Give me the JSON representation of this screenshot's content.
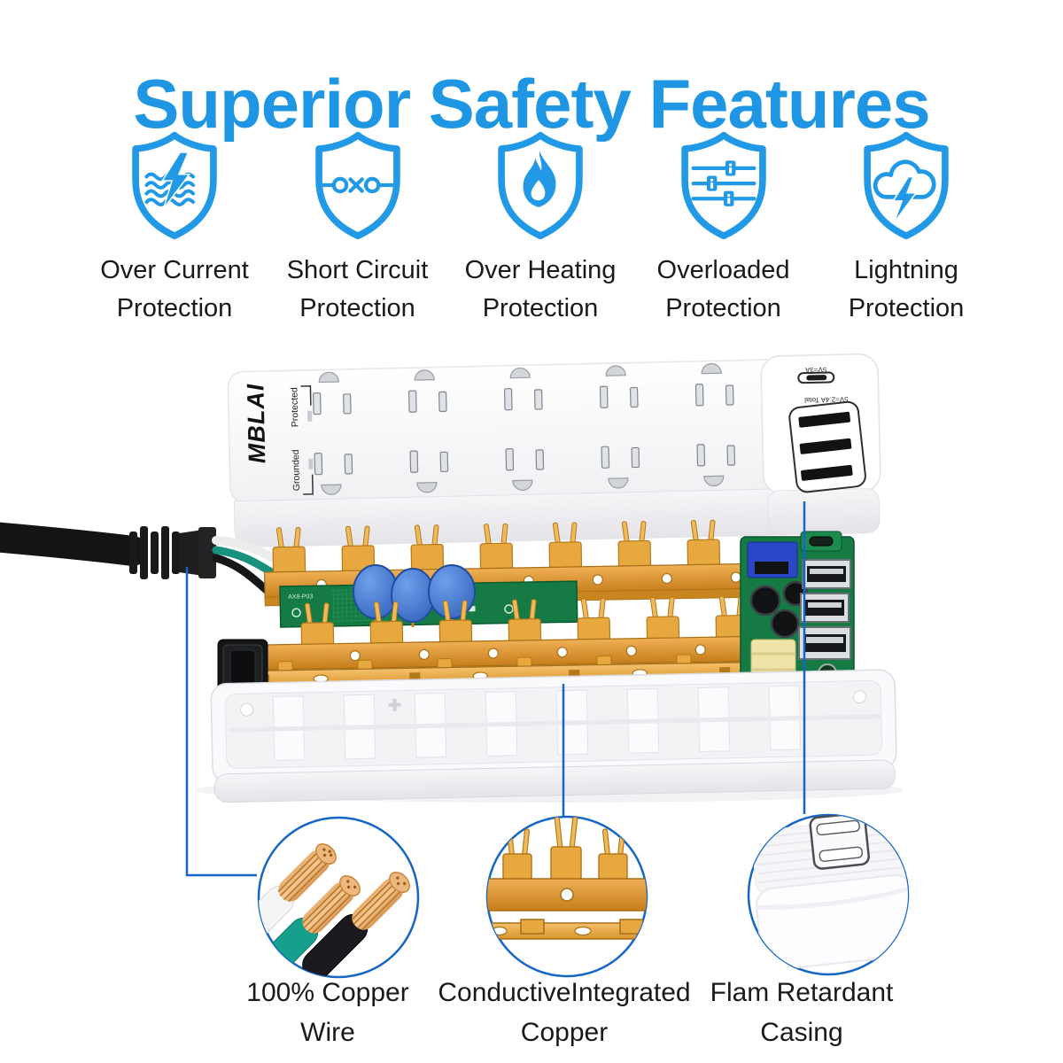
{
  "title": "Superior Safety Features",
  "colors": {
    "accent_blue": "#1E96E4",
    "icon_blue": "#2299E6",
    "callout_blue": "#1666C5",
    "text": "#1A1A1A",
    "copper": "#D9952B",
    "pcb_green": "#17804A"
  },
  "features": [
    {
      "icon": "over-current-shield-icon",
      "line1": "Over Current",
      "line2": "Protection"
    },
    {
      "icon": "short-circuit-shield-icon",
      "line1": "Short Circuit",
      "line2": "Protection"
    },
    {
      "icon": "over-heating-shield-icon",
      "line1": "Over Heating",
      "line2": "Protection"
    },
    {
      "icon": "overloaded-shield-icon",
      "line1": "Overloaded",
      "line2": "Protection"
    },
    {
      "icon": "lightning-shield-icon",
      "line1": "Lightning",
      "line2": "Protection"
    }
  ],
  "product": {
    "brand": "MBLAI",
    "outlet_labels": {
      "protected": "Protected",
      "grounded": "Grounded"
    },
    "usb_labels": {
      "usb_c": "5V=3A",
      "usb_a": "5V=2.4A Total"
    },
    "pcb_silkscreen": "AX8-P03"
  },
  "callouts": [
    {
      "line1": "100% Copper",
      "line2": "Wire"
    },
    {
      "line1": "ConductiveIntegrated",
      "line2": "Copper"
    },
    {
      "line1": "Flam Retardant",
      "line2": "Casing"
    }
  ]
}
